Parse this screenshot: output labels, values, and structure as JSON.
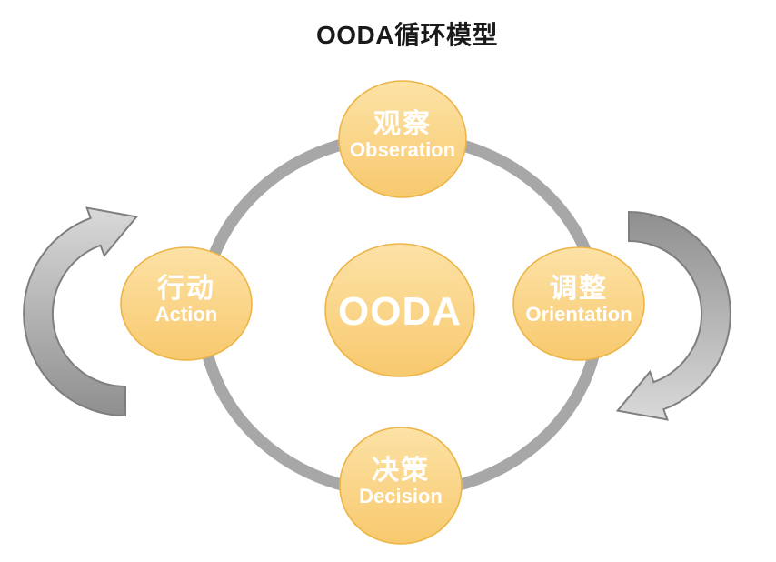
{
  "title": "OODA循环模型",
  "center": {
    "label": "OODA"
  },
  "nodes": {
    "observe": {
      "zh": "观察",
      "en": "Obseration"
    },
    "orient": {
      "zh": "调整",
      "en": "Orientation"
    },
    "decide": {
      "zh": "决策",
      "en": "Decision"
    },
    "act": {
      "zh": "行动",
      "en": "Action"
    }
  },
  "colors": {
    "title_text": "#1A1A1A",
    "node_fill_top": "#FCE2A6",
    "node_fill_bottom": "#F8C96E",
    "node_border": "#EDB448",
    "node_text": "#FFFFFF",
    "ring": "#A7A7A7",
    "arrow_light": "#D9D9D9",
    "arrow_dark": "#8F8F8F",
    "arrow_border": "#7F7F7F"
  }
}
